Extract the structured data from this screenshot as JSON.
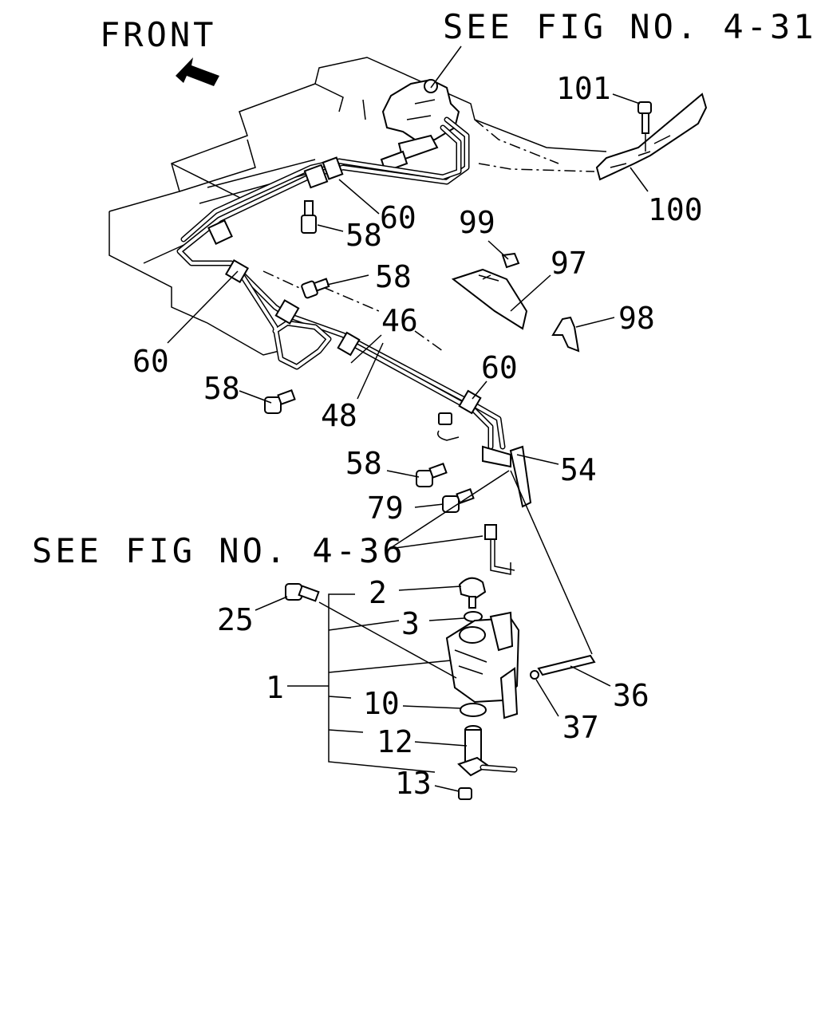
{
  "labels": {
    "front": "FRONT",
    "see_top": "SEE FIG NO. 4-31",
    "see_mid": "SEE FIG NO. 4-36",
    "p101": "101",
    "p100": "100",
    "p60a": "60",
    "p58a": "58",
    "p99": "99",
    "p97": "97",
    "p58b": "58",
    "p46": "46",
    "p98": "98",
    "p60b": "60",
    "p60c": "60",
    "p58c": "58",
    "p48": "48",
    "p58d": "58",
    "p54": "54",
    "p79": "79",
    "p2": "2",
    "p25": "25",
    "p3": "3",
    "p1": "1",
    "p10": "10",
    "p36": "36",
    "p37": "37",
    "p12": "12",
    "p13": "13"
  },
  "colors": {
    "ink": "#000000",
    "paper": "#ffffff"
  },
  "icons": {
    "direction": "front-arrow-icon"
  }
}
